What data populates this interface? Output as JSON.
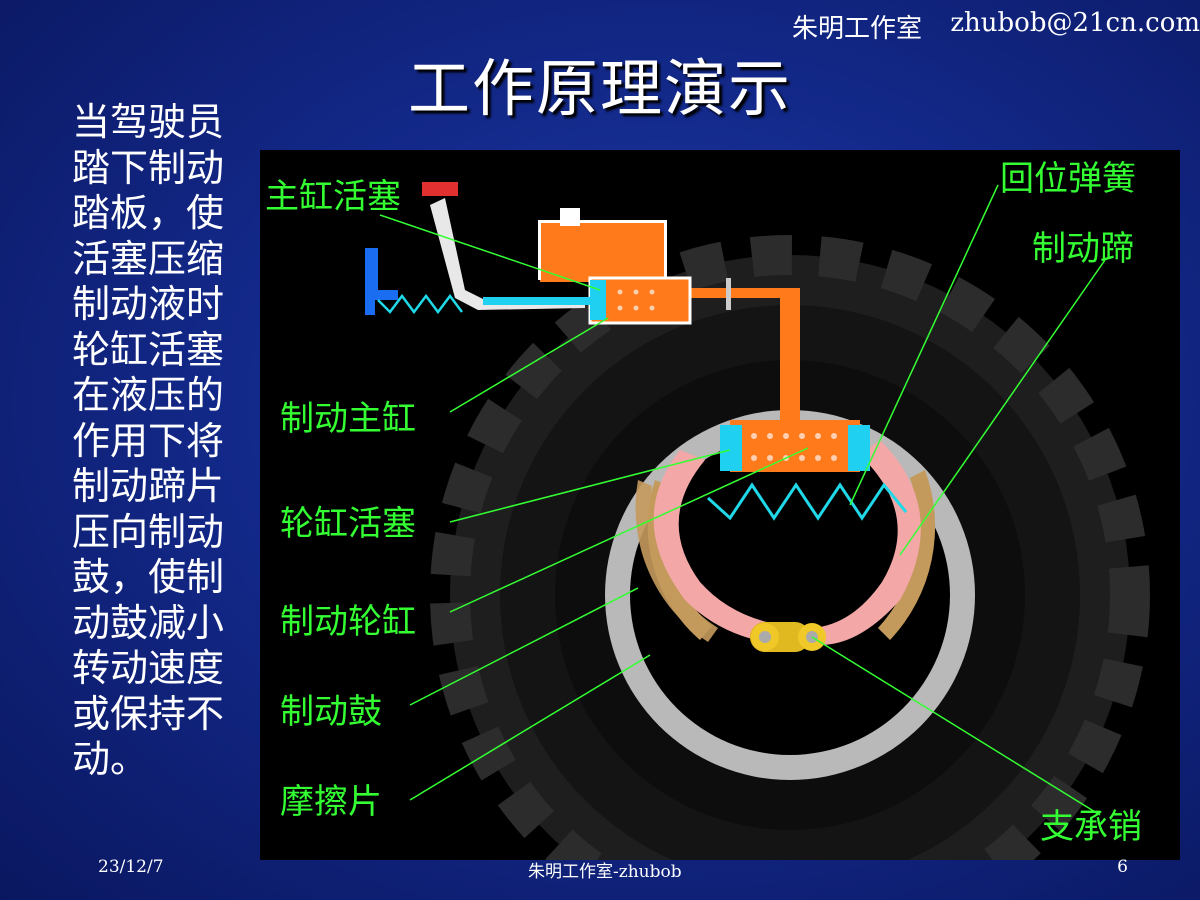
{
  "header": {
    "author": "朱明工作室",
    "email": "zhubob@21cn.com"
  },
  "title": "工作原理演示",
  "description": "当驾驶员踏下制动踏板，使活塞压缩制动液时轮缸活塞在液压的作用下将制动蹄片压向制动鼓，使制动鼓减小转动速度或保持不动。",
  "diagram": {
    "labels": {
      "master_piston": "主缸活塞",
      "return_spring": "回位弹簧",
      "brake_shoe": "制动蹄",
      "master_cylinder": "制动主缸",
      "wheel_piston": "轮缸活塞",
      "wheel_cylinder": "制动轮缸",
      "brake_drum": "制动鼓",
      "friction_pad": "摩擦片",
      "support_pin": "支承销"
    }
  },
  "footer": {
    "date": "23/12/7",
    "center": "朱明工作室-zhubob",
    "page": "6"
  }
}
